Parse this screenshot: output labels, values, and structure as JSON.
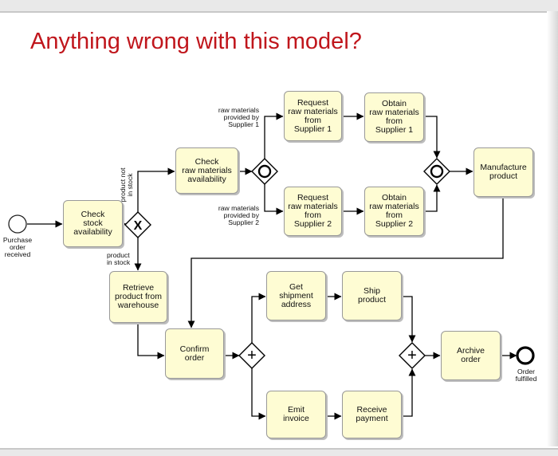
{
  "title": "Anything wrong with this model?",
  "tasks": {
    "check_stock": "Check\nstock\navailability",
    "check_raw": "Check\nraw materials\navailability",
    "request_s1": "Request\nraw materials\nfrom\nSupplier 1",
    "obtain_s1": "Obtain\nraw materials\nfrom\nSupplier 1",
    "request_s2": "Request\nraw materials\nfrom\nSupplier 2",
    "obtain_s2": "Obtain\nraw materials\nfrom\nSupplier 2",
    "manufacture": "Manufacture\nproduct",
    "retrieve": "Retrieve\nproduct from\nwarehouse",
    "confirm": "Confirm\norder",
    "get_address": "Get\nshipment\naddress",
    "ship": "Ship\nproduct",
    "emit_invoice": "Emit\ninvoice",
    "receive_payment": "Receive\npayment",
    "archive": "Archive\norder"
  },
  "labels": {
    "start_event": "Purchase\norder\nreceived",
    "end_event": "Order\nfulfilled",
    "product_not_in_stock": "product not\nin stock",
    "product_in_stock": "product\nin stock",
    "supplier1_condition": "raw materials\nprovided by\nSupplier 1",
    "supplier2_condition": "raw materials\nprovided by\nSupplier 2"
  },
  "gateways": {
    "xor_symbol": "X",
    "and_symbol": "+"
  }
}
